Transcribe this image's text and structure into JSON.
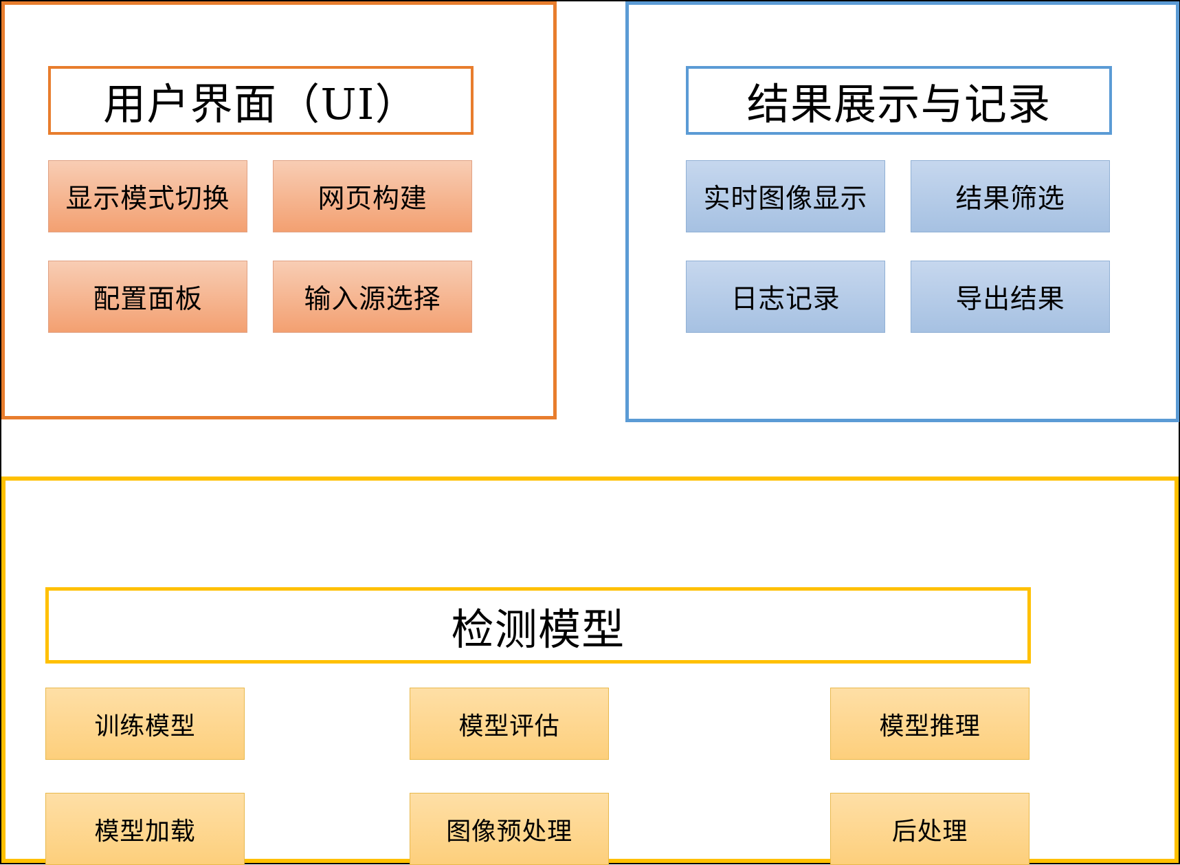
{
  "diagram": {
    "panels": [
      {
        "id": "ui",
        "title": "用户界面（UI）",
        "accent": "#E87D2D",
        "items": [
          {
            "label": "显示模式切换"
          },
          {
            "label": "网页构建"
          },
          {
            "label": "配置面板"
          },
          {
            "label": "输入源选择"
          }
        ]
      },
      {
        "id": "results",
        "title": "结果展示与记录",
        "accent": "#5B9BD5",
        "items": [
          {
            "label": "实时图像显示"
          },
          {
            "label": "结果筛选"
          },
          {
            "label": "日志记录"
          },
          {
            "label": "导出结果"
          }
        ]
      },
      {
        "id": "model",
        "title": "检测模型",
        "accent": "#FFC000",
        "items": [
          {
            "label": "训练模型"
          },
          {
            "label": "模型评估"
          },
          {
            "label": "模型推理"
          },
          {
            "label": "模型加载"
          },
          {
            "label": "图像预处理"
          },
          {
            "label": "后处理"
          }
        ]
      }
    ]
  }
}
